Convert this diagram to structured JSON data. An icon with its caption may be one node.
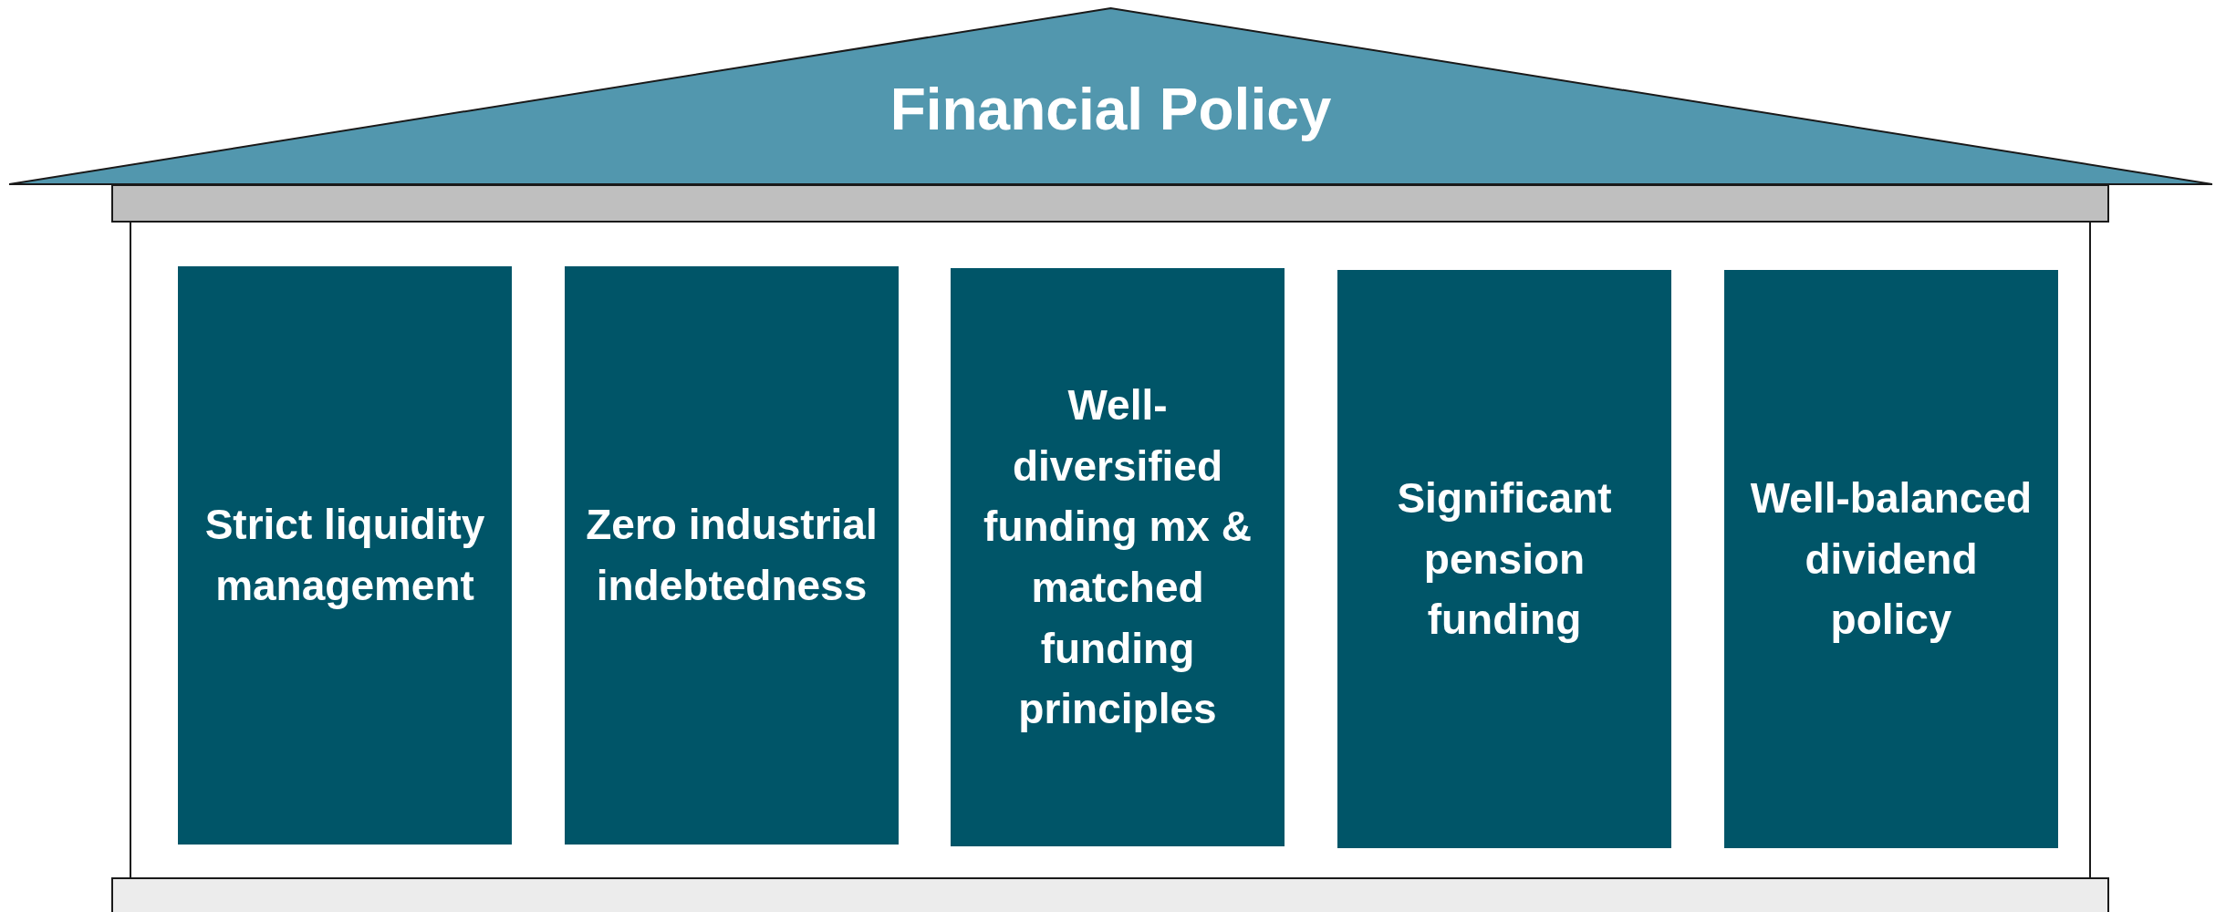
{
  "diagram": {
    "nodes": [
      {
        "text": [
          "Financial Policy"
        ]
      },
      {
        "text": [],
        "shape": "bar"
      },
      {
        "text": [],
        "shape": "box"
      },
      {
        "text": [
          "Strict liquidity management"
        ],
        "in": 2
      },
      {
        "text": [
          "Zero industrial indebtedness"
        ],
        "in": 2
      },
      {
        "text": [
          "Well-diversified funding mx & matched funding principles"
        ],
        "in": 2
      },
      {
        "text": [
          "Significant pension funding"
        ],
        "in": 2
      },
      {
        "text": [
          "Well-balanced dividend policy"
        ],
        "in": 2
      },
      {
        "text": [],
        "shape": "bar"
      }
    ]
  }
}
